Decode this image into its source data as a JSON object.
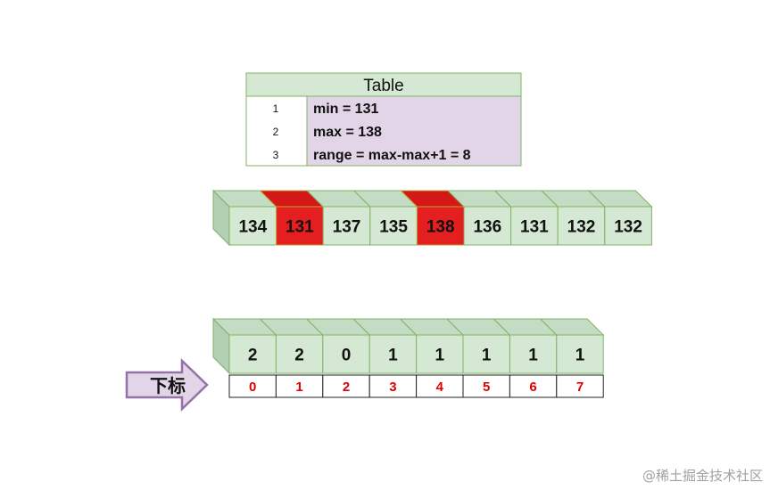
{
  "table": {
    "title": "Table",
    "rows": [
      {
        "num": "1",
        "text": "min = 131"
      },
      {
        "num": "2",
        "text": "max = 138"
      },
      {
        "num": "3",
        "text": "range = max-max+1 = 8"
      }
    ]
  },
  "input_array": {
    "values": [
      "134",
      "131",
      "137",
      "135",
      "138",
      "136",
      "131",
      "132",
      "132"
    ],
    "highlighted": [
      1,
      4
    ]
  },
  "count_array": {
    "values": [
      "2",
      "2",
      "0",
      "1",
      "1",
      "1",
      "1",
      "1"
    ],
    "indices": [
      "0",
      "1",
      "2",
      "3",
      "4",
      "5",
      "6",
      "7"
    ]
  },
  "arrow_label": "下标",
  "watermark": "@稀土掘金技术社区",
  "colors": {
    "cell_fill": "#d5e8d4",
    "cell_top": "#c4dcc3",
    "cell_side": "#b3cfb2",
    "cell_stroke": "#82b366",
    "highlight_fill": "#e51f1f",
    "highlight_top": "#d41818",
    "highlight_stroke": "#c0a030",
    "table_header": "#d5e8d4",
    "table_body": "#e1d5e7",
    "index_text": "#e00000",
    "arrow_fill": "#e1d5e7",
    "arrow_stroke": "#9673a6"
  }
}
